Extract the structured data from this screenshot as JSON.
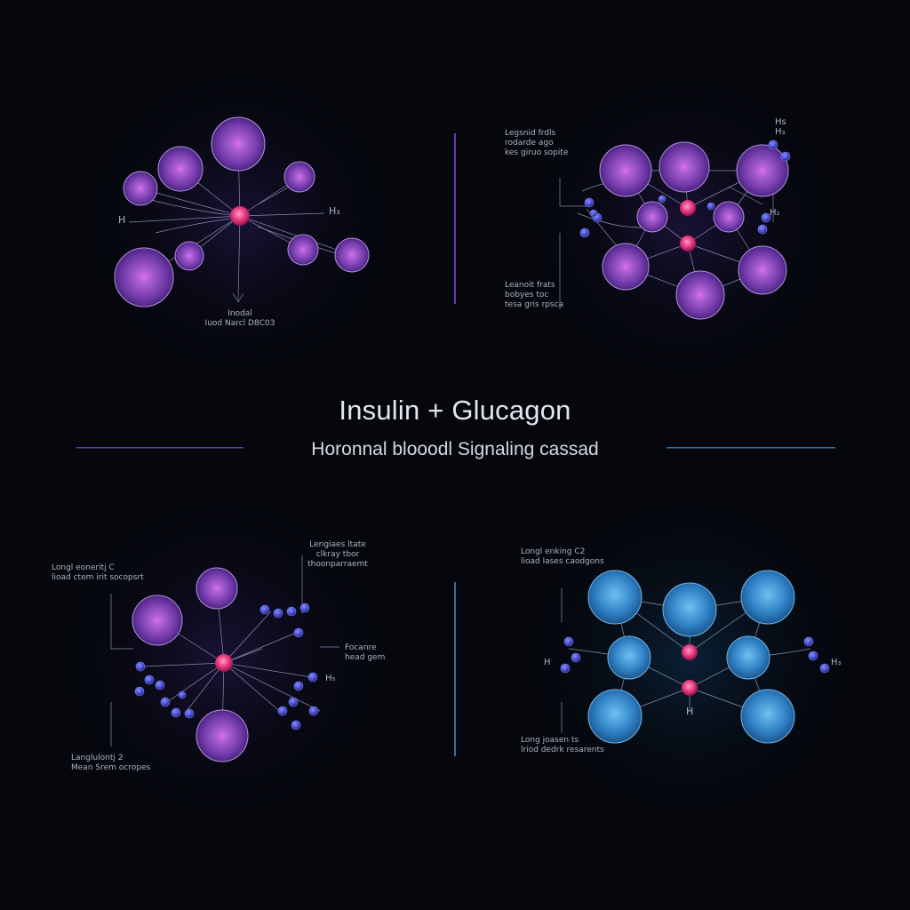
{
  "title": "Insulin + Glucagon",
  "subtitle": "Horonnal blooodl Signaling cassad",
  "colors": {
    "background": "#05070d",
    "purple_sphere": "#7a3fb0",
    "blue_sphere": "#2f7fc0",
    "core_node": "#e2337a",
    "atom": "#4a4fd6",
    "rule_purple": "#6a3aa8",
    "rule_blue": "#3b6f9a"
  },
  "panels": {
    "top_left": {
      "labels": {
        "left_h": "H",
        "right_h": "H₃",
        "bottom": "Inodal\nIuod Narcl D8C03"
      }
    },
    "top_right": {
      "labels": {
        "top_left": "Legsnid frdls\nrodarde ago\nkes giruo sopite",
        "bottom_left": "Leanoit frats\nbobyes toc\ntesa gris rpsca",
        "top_right": "Hs\nH₃",
        "right": "H₂"
      }
    },
    "bottom_left": {
      "labels": {
        "top_left": "Longl eoneritj C\nlioad ctem irit socopsrt",
        "top_right": "Lengiaes ltate\nclkray tbor\nthoonparraemt",
        "right": "Focanre\nhead gem",
        "bottom_left": "Langlulontj 2\nMean Srem ocropes",
        "right_h": "H₅"
      }
    },
    "bottom_right": {
      "labels": {
        "top_left": "Longl enking C2\nlioad lases caodgons",
        "bottom_left": "Long joasen ts\nlriod dedrk resarents",
        "left_h": "H",
        "right_h": "H₃",
        "center_h": "H"
      }
    }
  }
}
